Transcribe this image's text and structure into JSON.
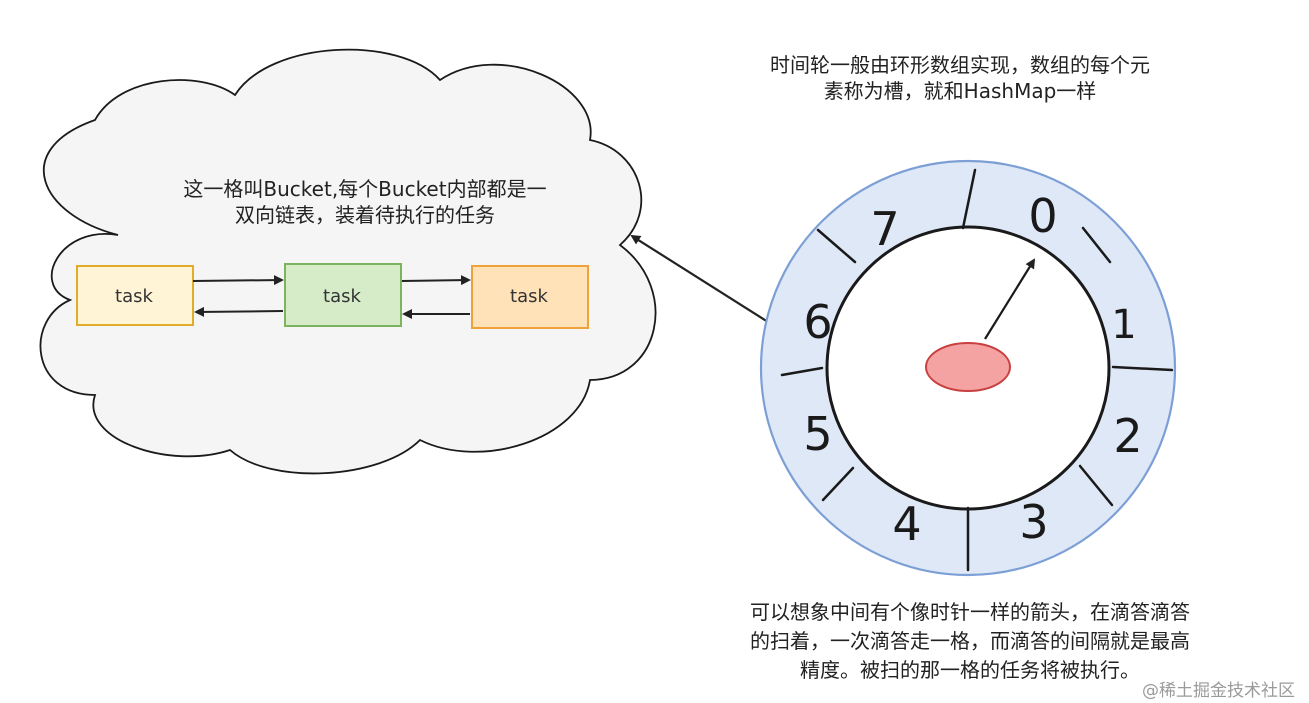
{
  "top_note": {
    "line1": "时间轮一般由环形数组实现，数组的每个元",
    "line2": "素称为槽，就和HashMap一样"
  },
  "cloud": {
    "line1": "这一格叫Bucket,每个Bucket内部都是一",
    "line2": "双向链表，装着待执行的任务"
  },
  "tasks": [
    {
      "label": "task",
      "fill": "#fff5d6",
      "stroke": "#e0ac2a"
    },
    {
      "label": "task",
      "fill": "#d6ecc9",
      "stroke": "#7cb35f"
    },
    {
      "label": "task",
      "fill": "#ffe2b8",
      "stroke": "#efa23a"
    }
  ],
  "wheel": {
    "ring_fill": "#dfe8f7",
    "ring_stroke": "#7c9fd6",
    "hub_fill": "#f4a2a2",
    "hub_stroke": "#c94040",
    "slot_numbers": [
      "0",
      "1",
      "2",
      "3",
      "4",
      "5",
      "6",
      "7"
    ]
  },
  "bottom_note": {
    "line1": "可以想象中间有个像时针一样的箭头，在滴答滴答",
    "line2": "的扫着，一次滴答走一格，而滴答的间隔就是最高",
    "line3": "精度。被扫的那一格的任务将被执行。"
  },
  "watermark": "@稀土掘金技术社区"
}
